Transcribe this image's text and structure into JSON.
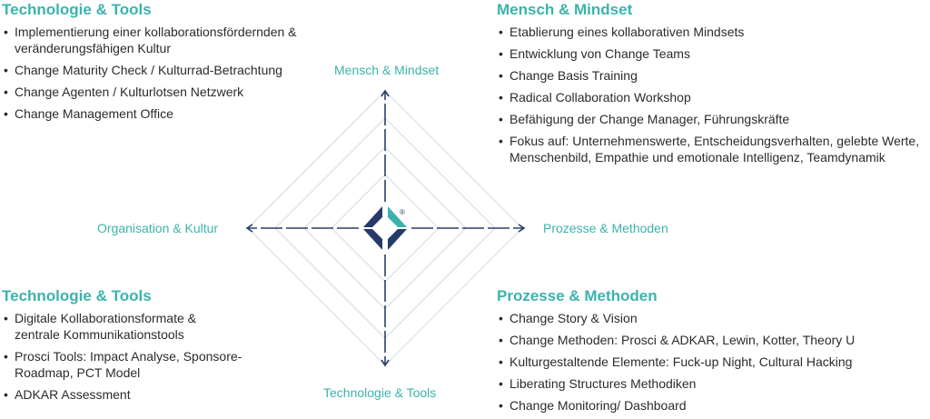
{
  "colors": {
    "accent": "#3bb3ac",
    "navy": "#2b3f6b",
    "grid": "#cfd6e0"
  },
  "blocks": {
    "top_left": {
      "title": "Technologie & Tools",
      "items": [
        "Implementierung einer kollaborationsfördernden & veränderungsfähigen Kultur",
        "Change Maturity Check / Kulturrad-Betrachtung",
        "Change Agenten / Kulturlotsen Netzwerk",
        "Change Management Office"
      ]
    },
    "top_right": {
      "title": "Mensch & Mindset",
      "items": [
        "Etablierung eines kollaborativen Mindsets",
        "Entwicklung von Change Teams",
        "Change Basis Training",
        "Radical Collaboration Workshop",
        "Befähigung der Change Manager, Führungskräfte",
        "Fokus auf: Unternehmenswerte, Entscheidungsverhalten, gelebte Werte, Menschenbild, Empathie und emotionale Intelligenz, Teamdynamik"
      ]
    },
    "bottom_left": {
      "title": "Technologie & Tools",
      "items": [
        "Digitale Kollaborationsformate & zentrale Kommunikationstools",
        "Prosci Tools: Impact Analyse, Sponsore-Roadmap, PCT Model",
        "ADKAR Assessment"
      ]
    },
    "bottom_right": {
      "title": "Prozesse & Methoden",
      "items": [
        "Change Story & Vision",
        "Change Methoden: Prosci & ADKAR, Lewin, Kotter, Theory U",
        "Kulturgestaltende Elemente: Fuck-up Night, Cultural Hacking",
        "Liberating Structures Methodiken",
        "Change Monitoring/ Dashboard"
      ]
    }
  },
  "axes": {
    "top": "Mensch & Mindset",
    "right": "Prozesse & Methoden",
    "bottom": "Technologie & Tools",
    "left": "Organisation & Kultur"
  },
  "logo": {
    "registered_mark": "®"
  }
}
